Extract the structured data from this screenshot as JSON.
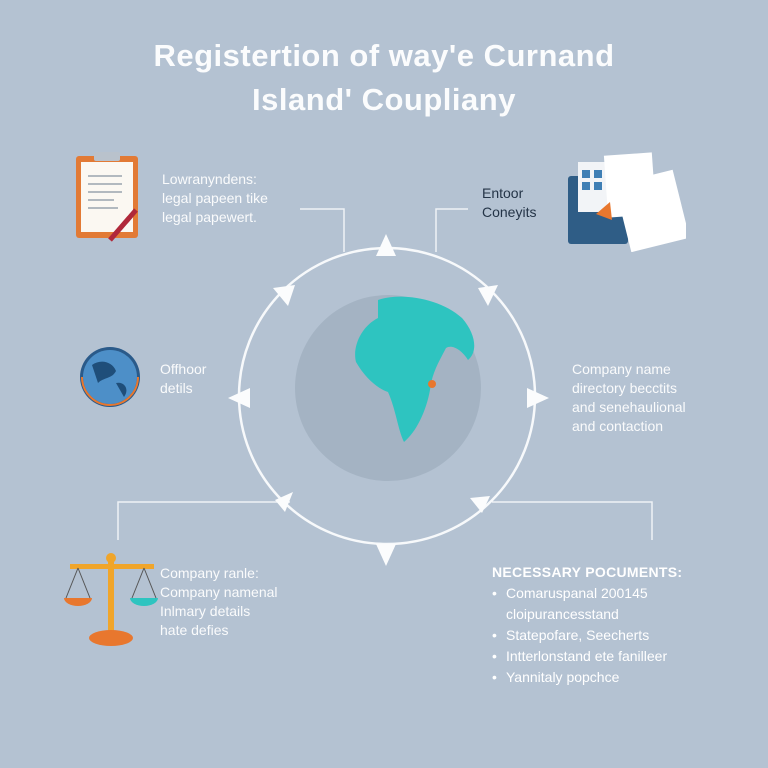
{
  "title": {
    "line1": "Registertion of way'e Curnand",
    "line2": "Island' Couplіany"
  },
  "top_left": {
    "lines": [
      "Lowranyndens:",
      "legal papeen tike",
      "legal papewert."
    ]
  },
  "top_right": {
    "lines": [
      "Entoor",
      "Coneyits"
    ]
  },
  "mid_left": {
    "lines": [
      "Offhoor",
      "detils"
    ]
  },
  "mid_right": {
    "lines": [
      "Company name",
      "directory becctits",
      "and senehaulional",
      "and contaction"
    ]
  },
  "bottom_left": {
    "lines": [
      "Company ranle:",
      "Company namenal",
      "Inlmary details",
      "hate defies"
    ]
  },
  "documents": {
    "heading": "NECESSARY POCUMENTS:",
    "items": [
      "Comaruspanal 200145",
      "Statepofare, Seecherts",
      "Intterlonstand ete fanilleer",
      "Yannitaly popchce"
    ],
    "item1_cont": "cloipurancesstand"
  },
  "colors": {
    "background": "#b4c2d2",
    "globe": "#2ec4c0",
    "inner_circle": "#a4b3c3",
    "accent_orange": "#e8772e"
  }
}
